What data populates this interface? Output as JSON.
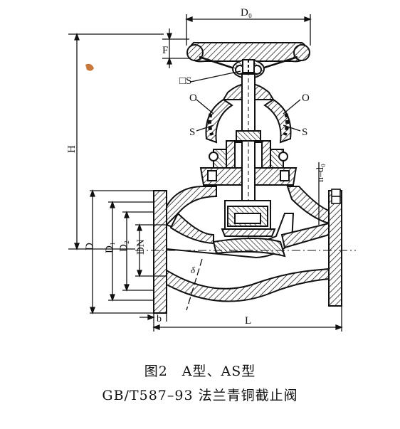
{
  "labels": {
    "d0": "D₀",
    "f": "F",
    "s_square": "□S",
    "o_left": "O",
    "o_right": "O",
    "s_left": "S",
    "s_right": "S",
    "h": "H",
    "n_d0": "n–d₀",
    "d": "D",
    "d1": "D₁",
    "d2": "D₂",
    "dn": "DN",
    "delta": "δ",
    "b": "b",
    "l": "L"
  },
  "caption": {
    "line1": "图2　A型、AS型",
    "line2": "GB/T587–93  法兰青铜截止阀"
  },
  "colors": {
    "line": "#111111",
    "hatch": "#222222",
    "mark": "#c8783a"
  }
}
